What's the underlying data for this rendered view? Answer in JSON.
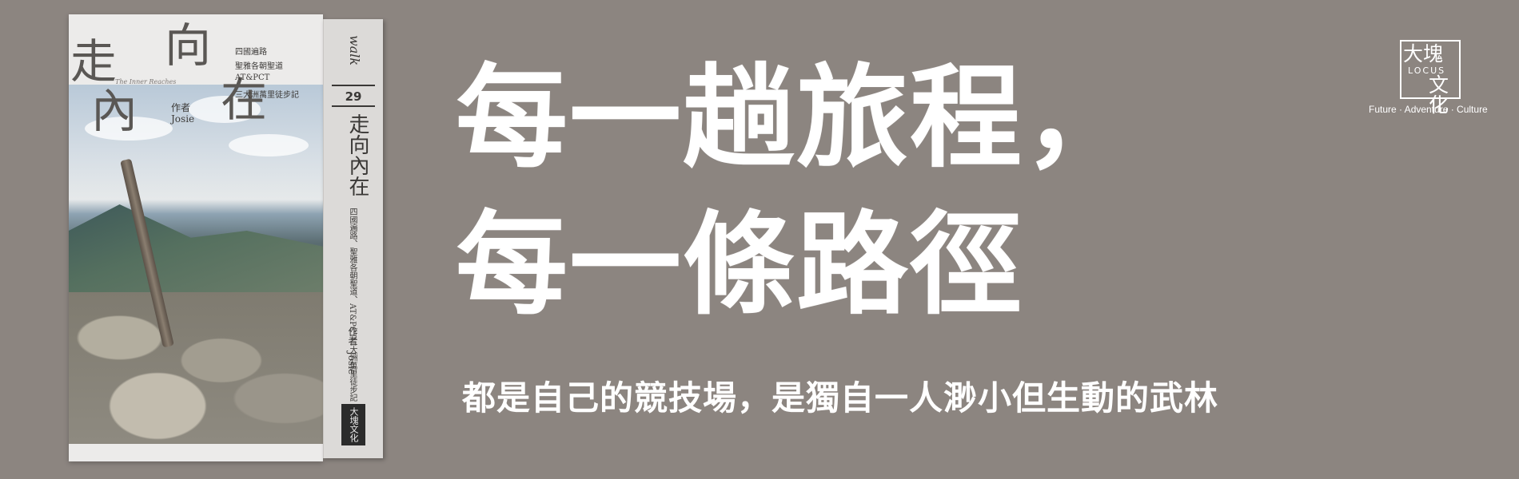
{
  "book": {
    "title_chars": [
      "走",
      "向",
      "內",
      "在"
    ],
    "english_title": "The Inner Reaches",
    "taglines": [
      "四國遍路",
      "聖雅各朝聖道",
      "AT&PCT",
      "三大洲萬里徒步記"
    ],
    "author_label": "作者",
    "author": "Josie",
    "spine": {
      "series": "walk",
      "number": "29",
      "title": "走向內在",
      "subtitle": "四國遍路、聖雅各朝聖道、AT&PCT三大洲萬里徒步記",
      "author_label": "作者",
      "author": "Josie",
      "publisher": "大塊文化"
    }
  },
  "headline": {
    "line1": "每一趟旅程，",
    "line2": "每一條路徑",
    "subline": "都是自己的競技場，是獨自一人渺小但生動的武林"
  },
  "publisher": {
    "logo_top": "大塊",
    "logo_en": "LOCUS",
    "logo_bottom": "文化",
    "tagline": "Future · Adventure · Culture"
  },
  "colors": {
    "background": "#8c8580",
    "text": "#ffffff"
  }
}
